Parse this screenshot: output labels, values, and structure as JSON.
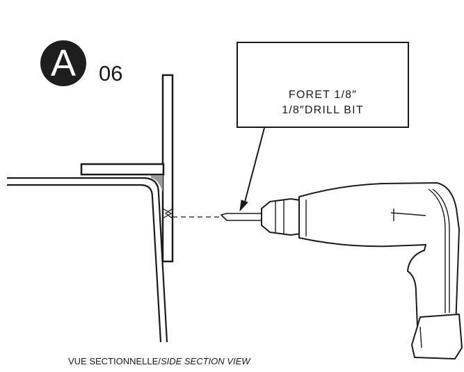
{
  "step": {
    "letter": "A",
    "number": "06"
  },
  "callout": {
    "line1": "FORET 1/8″",
    "line2": "1/8″DRILL BIT"
  },
  "caption": {
    "fr": "VUE SECTIONNELLE/",
    "en": "SIDE SECTION VIEW"
  },
  "icons": {
    "tool": "drill-icon",
    "bit": "drill-bit-icon"
  },
  "colors": {
    "ink": "#1a1a1a",
    "fill": "#ffffff",
    "shade": "#9a9a9a"
  }
}
